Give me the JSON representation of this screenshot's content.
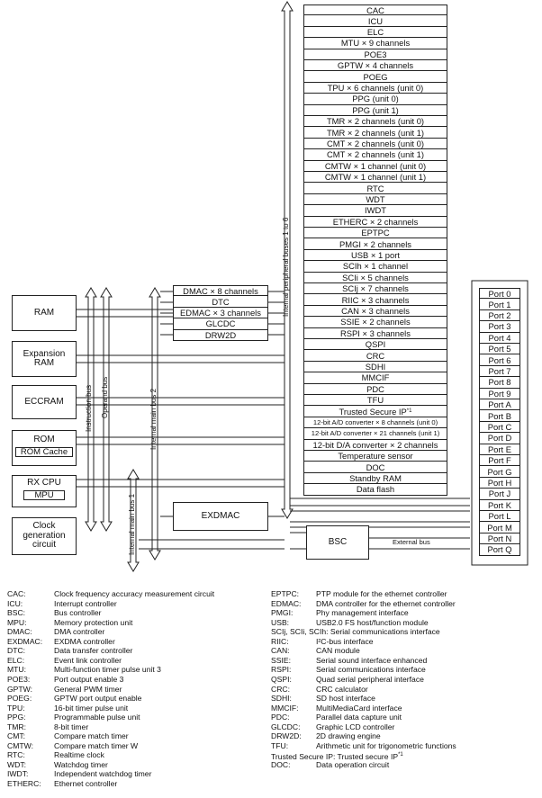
{
  "peripherals": [
    "CAC",
    "ICU",
    "ELC",
    "MTU × 9 channels",
    "POE3",
    "GPTW × 4 channels",
    "POEG",
    "TPU × 6 channels (unit 0)",
    "PPG (unit 0)",
    "PPG (unit 1)",
    "TMR × 2 channels (unit 0)",
    "TMR × 2 channels (unit 1)",
    "CMT × 2 channels (unit 0)",
    "CMT × 2 channels (unit 1)",
    "CMTW × 1 channel (unit 0)",
    "CMTW × 1 channel (unit 1)",
    "RTC",
    "WDT",
    "IWDT",
    "ETHERC × 2 channels",
    "EPTPC",
    "PMGI × 2 channels",
    "USB × 1 port",
    "SCIh × 1 channel",
    "SCIi × 5 channels",
    "SCIj × 7 channels",
    "RIIC × 3 channels",
    "CAN × 3 channels",
    "SSIE × 2 channels",
    "RSPI × 3 channels",
    "QSPI",
    "CRC",
    "SDHI",
    "MMCIF",
    "PDC",
    "TFU",
    "Trusted Secure IP*1",
    "12-bit A/D converter × 8 channels (unit 0)",
    "12-bit A/D converter × 21 channels (unit 1)",
    "12-bit D/A converter × 2 channels",
    "Temperature sensor",
    "DOC",
    "Standby RAM",
    "Data flash"
  ],
  "dmac_group": [
    "DMAC × 8 channels",
    "DTC",
    "EDMAC × 3 channels",
    "GLCDC",
    "DRW2D"
  ],
  "ports": [
    "Port 0",
    "Port 1",
    "Port 2",
    "Port 3",
    "Port 4",
    "Port 5",
    "Port 6",
    "Port 7",
    "Port 8",
    "Port 9",
    "Port A",
    "Port B",
    "Port C",
    "Port D",
    "Port E",
    "Port F",
    "Port G",
    "Port H",
    "Port J",
    "Port K",
    "Port L",
    "Port M",
    "Port N",
    "Port Q"
  ],
  "left_blocks": {
    "ram": "RAM",
    "expansion_ram": "Expansion RAM",
    "eccram": "ECCRAM",
    "rom": "ROM",
    "rom_cache": "ROM Cache",
    "rx_cpu": "RX CPU",
    "mpu": "MPU",
    "clock": "Clock generation circuit"
  },
  "blocks": {
    "exdmac": "EXDMAC",
    "bsc": "BSC"
  },
  "bus_labels": {
    "instruction": "Instruction bus",
    "operand": "Operand bus",
    "main2": "Internal main bus 2",
    "main1": "Internal main bus 1",
    "peripheral": "Internal peripheral buses 1 to 6",
    "external": "External bus"
  },
  "legend_left": [
    [
      "CAC:",
      "Clock frequency accuracy measurement circuit"
    ],
    [
      "ICU:",
      "Interrupt controller"
    ],
    [
      "BSC:",
      "Bus controller"
    ],
    [
      "MPU:",
      "Memory protection unit"
    ],
    [
      "DMAC:",
      "DMA controller"
    ],
    [
      "EXDMAC:",
      "EXDMA controller"
    ],
    [
      "DTC:",
      "Data transfer controller"
    ],
    [
      "ELC:",
      "Event link controller"
    ],
    [
      "MTU:",
      "Multi-function timer pulse unit 3"
    ],
    [
      "POE3:",
      "Port output enable 3"
    ],
    [
      "GPTW:",
      "General PWM timer"
    ],
    [
      "POEG:",
      "GPTW port output enable"
    ],
    [
      "TPU:",
      "16-bit timer pulse unit"
    ],
    [
      "PPG:",
      "Programmable pulse unit"
    ],
    [
      "TMR:",
      "8-bit timer"
    ],
    [
      "CMT:",
      "Compare match timer"
    ],
    [
      "CMTW:",
      "Compare match timer W"
    ],
    [
      "RTC:",
      "Realtime clock"
    ],
    [
      "WDT:",
      "Watchdog timer"
    ],
    [
      "IWDT:",
      "Independent watchdog timer"
    ],
    [
      "ETHERC:",
      "Ethernet controller"
    ]
  ],
  "legend_right": [
    [
      "EPTPC:",
      "PTP module for the ethernet controller"
    ],
    [
      "EDMAC:",
      "DMA controller for the ethernet controller"
    ],
    [
      "PMGI:",
      "Phy management interface"
    ],
    [
      "USB:",
      "USB2.0 FS host/function module"
    ],
    [
      "",
      "SCIj, SCIi, SCIh: Serial communications interface"
    ],
    [
      "RIIC:",
      "I²C-bus interface"
    ],
    [
      "CAN:",
      "CAN module"
    ],
    [
      "SSIE:",
      "Serial sound interface enhanced"
    ],
    [
      "RSPI:",
      "Serial communications interface"
    ],
    [
      "QSPI:",
      "Quad serial peripheral interface"
    ],
    [
      "CRC:",
      "CRC calculator"
    ],
    [
      "SDHI:",
      "SD host interface"
    ],
    [
      "MMCIF:",
      "MultiMediaCard interface"
    ],
    [
      "PDC:",
      "Parallel data capture unit"
    ],
    [
      "GLCDC:",
      "Graphic LCD controller"
    ],
    [
      "DRW2D:",
      "2D drawing engine"
    ],
    [
      "TFU:",
      "Arithmetic unit for trigonometric functions"
    ],
    [
      "",
      "Trusted Secure IP: Trusted secure IP*1"
    ],
    [
      "DOC:",
      "Data operation circuit"
    ]
  ]
}
